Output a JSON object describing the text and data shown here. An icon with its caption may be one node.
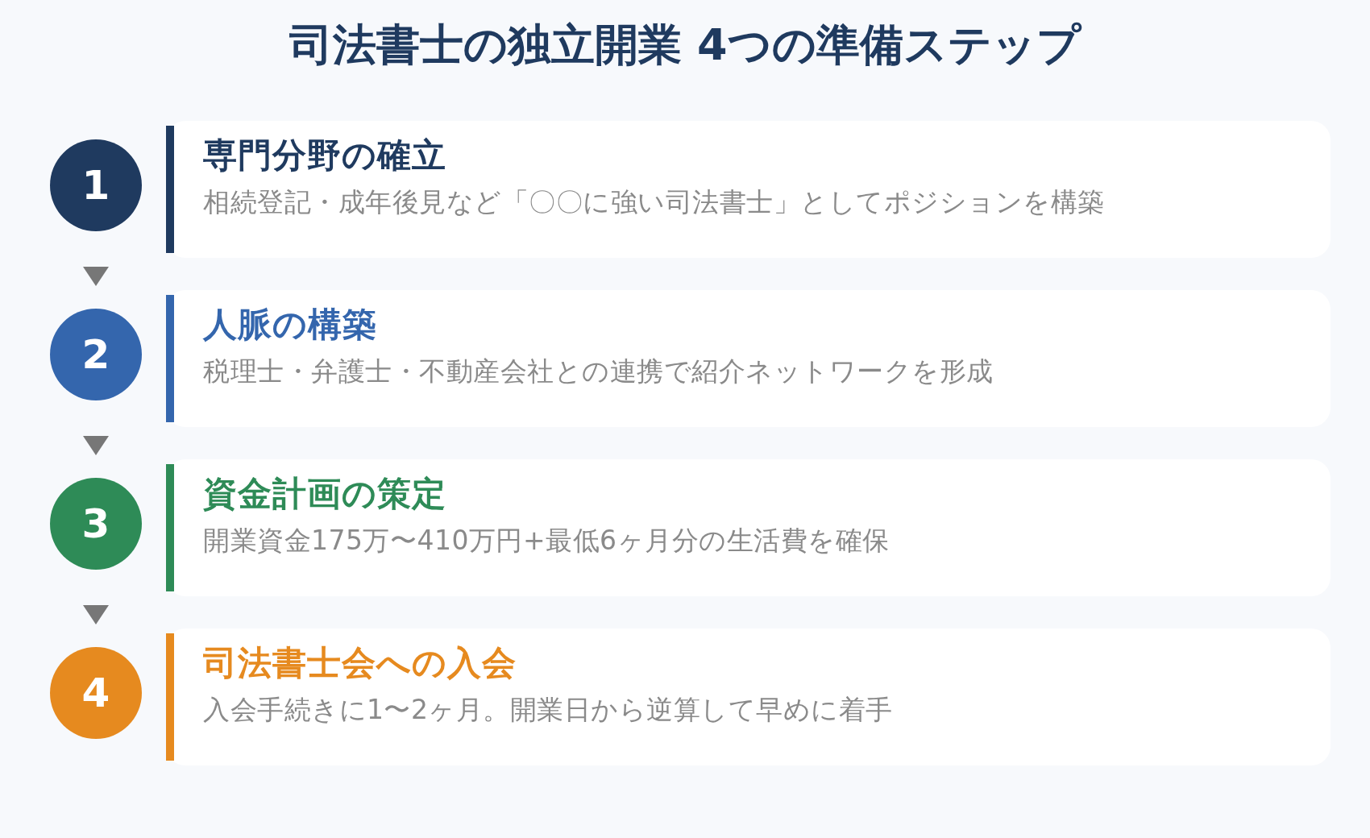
{
  "diagram": {
    "title": "司法書士の独立開業 4つの準備ステップ",
    "nodes": [
      {
        "text": [
          "1"
        ]
      },
      {
        "text": [
          "専門分野の確立",
          "相続登記・成年後見など「〇〇に強い司法書士」としてポジションを構築"
        ]
      },
      {
        "text": [
          "2"
        ]
      },
      {
        "text": [
          "人脈の構築",
          "税理士・弁護士・不動産会社との連携で紹介ネットワークを形成"
        ]
      },
      {
        "text": [
          "3"
        ]
      },
      {
        "text": [
          "資金計画の策定",
          "開業資金175万〜410万円+最低6ヶ月分の生活費を確保"
        ]
      },
      {
        "text": [
          "4"
        ]
      },
      {
        "text": [
          "司法書士会への入会",
          "入会手続きに1〜2ヶ月。開業日から逆算して早めに着手"
        ]
      }
    ],
    "edges": [
      {
        "from": 0,
        "to": 2,
        "arrow": "to"
      },
      {
        "from": 2,
        "to": 4,
        "arrow": "to"
      },
      {
        "from": 4,
        "to": 6,
        "arrow": "to"
      }
    ]
  }
}
